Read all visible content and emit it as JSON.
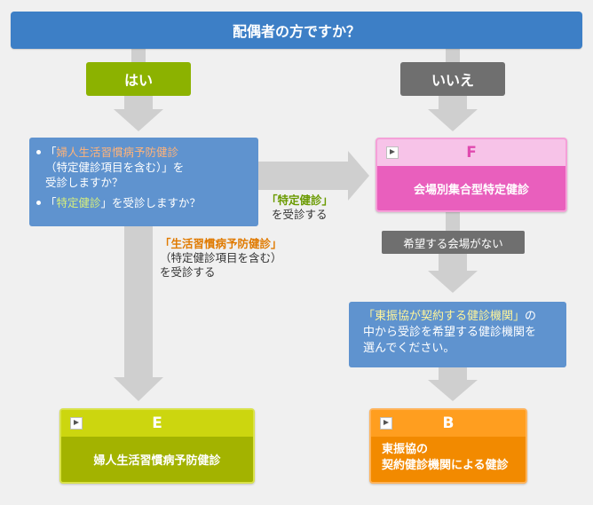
{
  "header": {
    "question": "配偶者の方ですか？"
  },
  "answers": {
    "yes": "はい",
    "no": "いいえ"
  },
  "question_box": {
    "item1_open": "「",
    "item1_name": "婦人生活習慣病予防健診",
    "item1_line2": "（特定健診項目を含む）」を",
    "item1_line3": "受診しますか？",
    "item2_open": "「",
    "item2_name": "特定健診",
    "item2_rest": "」を受診しますか？"
  },
  "edge_right": {
    "name": "「特定健診」",
    "rest": "を受診する"
  },
  "edge_down": {
    "name": "「生活習慣病予防健診」",
    "line2": "（特定健診項目を含む）",
    "line3": "を受診する"
  },
  "box_F": {
    "letter": "F",
    "text": "会場別集合型特定健診"
  },
  "gray_label": "希望する会場がない",
  "blue_box2": {
    "name": "「東振協が契約する健診機関」",
    "rest1": "の",
    "line2": "中から受診を希望する健診機関を",
    "line3": "選んでください。"
  },
  "box_E": {
    "letter": "E",
    "text": "婦人生活習慣病予防健診"
  },
  "box_B": {
    "letter": "B",
    "line1": "東振協の",
    "line2": "契約健診機関による健診"
  },
  "colors": {
    "header": "#3d7fc6",
    "yes": "#8cb200",
    "no": "#6f6f6f",
    "question_box": "#5f93cf",
    "arrow": "#cccccc",
    "F": "#e95fbd",
    "E": "#a3b300",
    "B": "#f28a00"
  }
}
